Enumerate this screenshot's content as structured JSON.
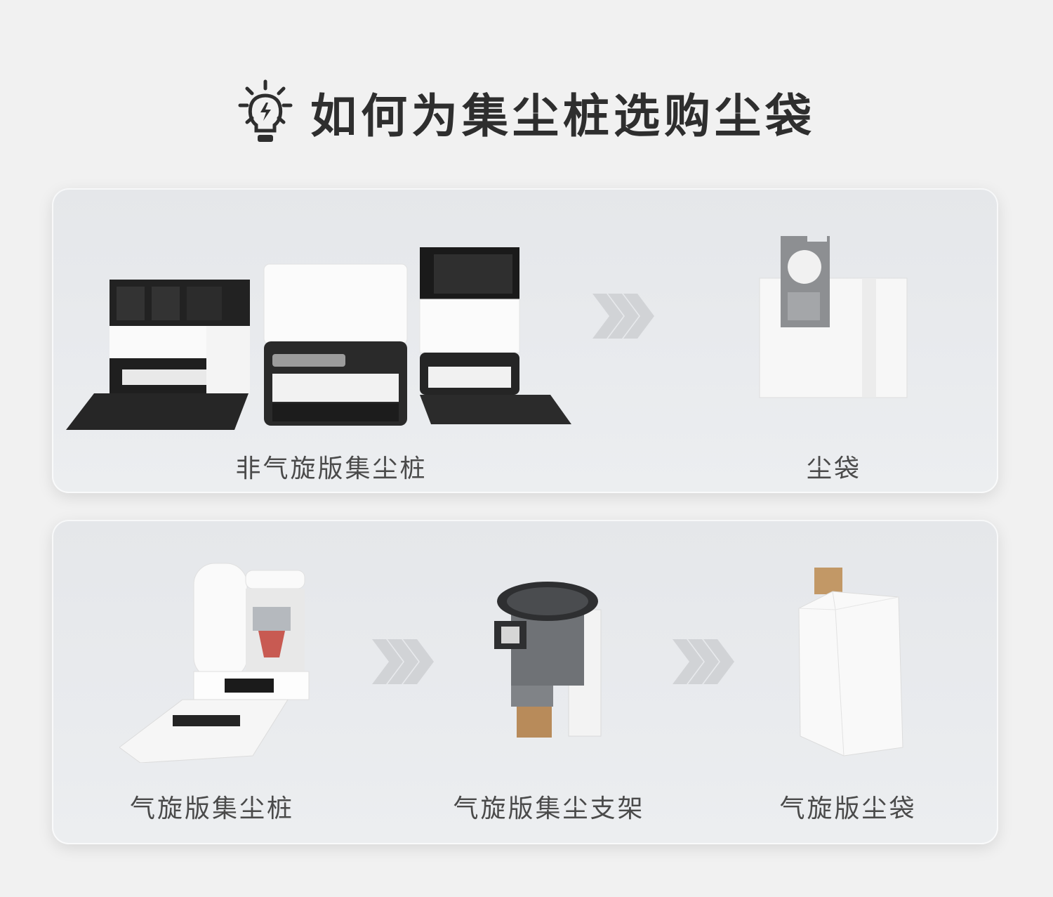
{
  "title": "如何为集尘桩选购尘袋",
  "icons": {
    "title_icon": "lightbulb-icon",
    "arrow_icon": "chevron-triple-right-icon"
  },
  "colors": {
    "background": "#f1f1f1",
    "panel": "#e7e9ec",
    "text": "#333333",
    "arrow": "#d0d2d5"
  },
  "panels": [
    {
      "items": [
        {
          "label": "非气旋版集尘桩"
        },
        {
          "label": "尘袋"
        }
      ]
    },
    {
      "items": [
        {
          "label": "气旋版集尘桩"
        },
        {
          "label": "气旋版集尘支架"
        },
        {
          "label": "气旋版尘袋"
        }
      ]
    }
  ]
}
